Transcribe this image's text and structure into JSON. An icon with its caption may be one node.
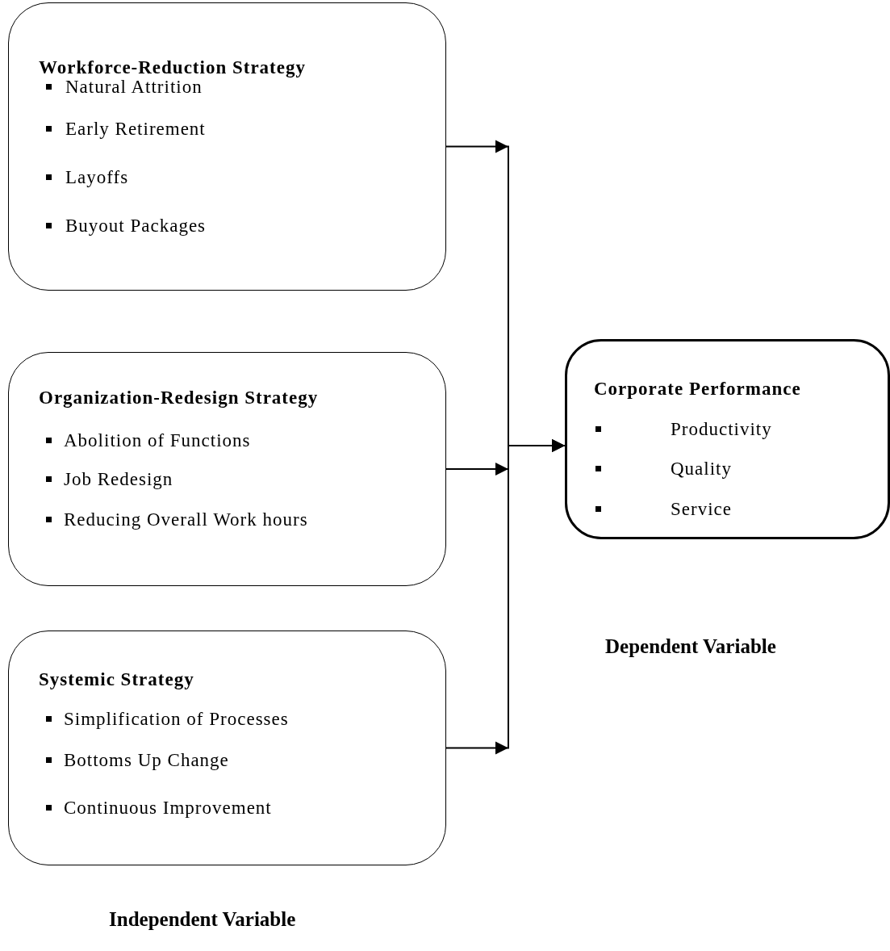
{
  "diagram": {
    "nodes": [
      {
        "text": [
          "Workforce-Reduction Strategy",
          "Natural Attrition",
          "Early Retirement",
          "Layoffs",
          "Buyout Packages"
        ]
      },
      {
        "text": [
          "Organization-Redesign Strategy",
          "Abolition of Functions",
          "Job Redesign",
          "Reducing Overall Work hours"
        ]
      },
      {
        "text": [
          "Systemic Strategy",
          "Simplification of Processes",
          "Bottoms Up Change",
          "Continuous Improvement"
        ]
      },
      {
        "text": [
          "Corporate Performance",
          "Productivity",
          "Quality",
          "Service"
        ]
      }
    ],
    "edges": [
      {
        "from": 0,
        "to": 3,
        "arrow": "to"
      },
      {
        "from": 1,
        "to": 3,
        "arrow": "to"
      },
      {
        "from": 2,
        "to": 3,
        "arrow": "to"
      }
    ],
    "labels": [
      "Dependent Variable",
      "Independent Variable"
    ]
  }
}
